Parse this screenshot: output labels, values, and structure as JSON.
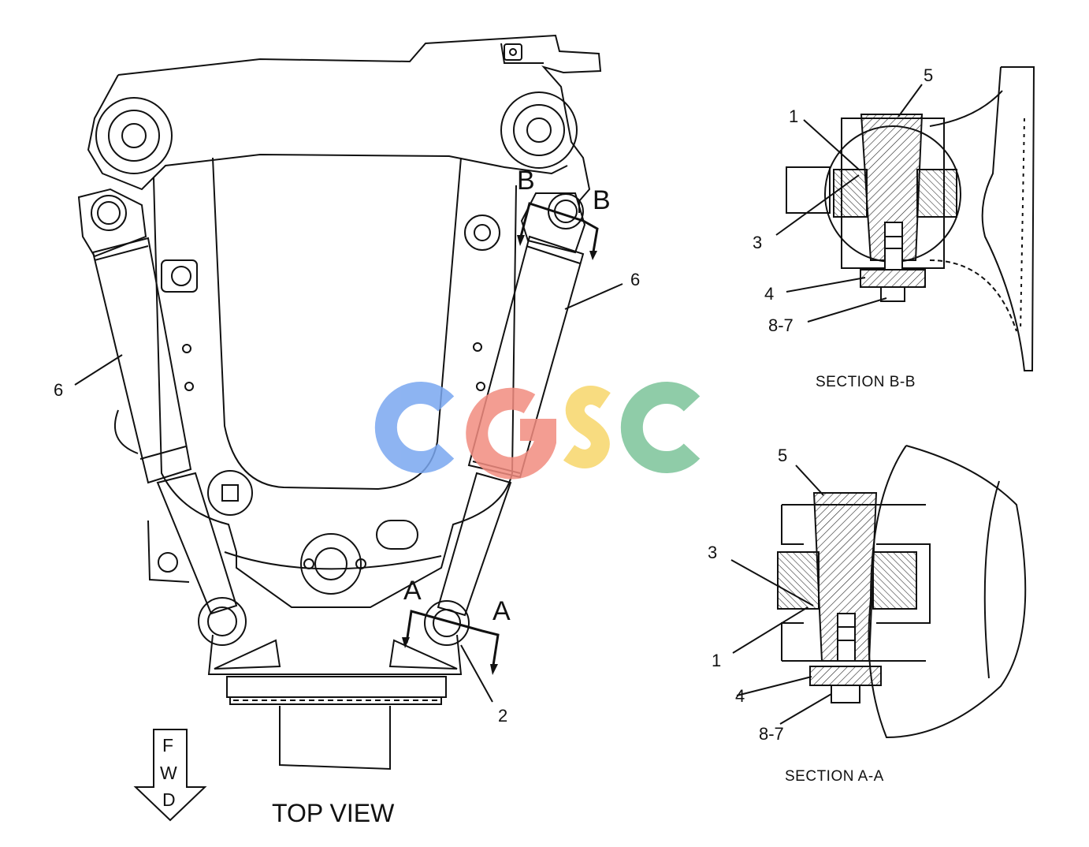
{
  "top_view": {
    "title": "TOP VIEW",
    "forward_arrow": {
      "letters": [
        "F",
        "W",
        "D"
      ]
    },
    "section_markers": {
      "b_left": "B",
      "b_right": "B",
      "a_left": "A",
      "a_right": "A"
    },
    "callouts": {
      "cylinder_left": "6",
      "cylinder_right": "6",
      "fitting": "2"
    }
  },
  "section_bb": {
    "caption": "SECTION B-B",
    "callouts": {
      "c1": "1",
      "c3": "3",
      "c4": "4",
      "c5": "5",
      "c87": "8-7"
    }
  },
  "section_aa": {
    "caption": "SECTION A-A",
    "callouts": {
      "c1": "1",
      "c3": "3",
      "c4": "4",
      "c5": "5",
      "c87": "8-7"
    }
  },
  "watermark": {
    "letters": [
      "C",
      "G",
      "S",
      "C"
    ],
    "colors": [
      "#7aa7f0",
      "#f28c80",
      "#f7d66a",
      "#7cc49a"
    ]
  }
}
